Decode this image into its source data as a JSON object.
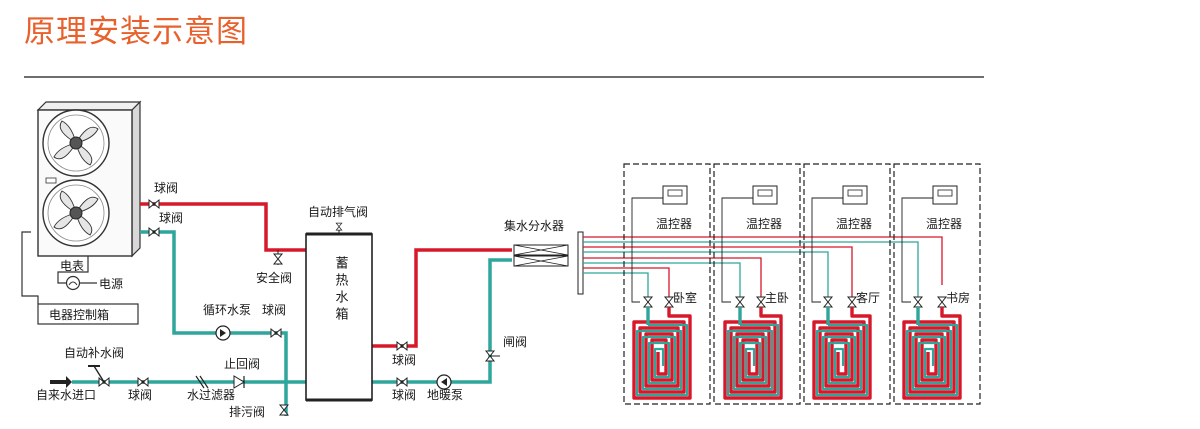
{
  "title": "原理安装示意图",
  "labels": {
    "ball_valve_top": "球阀",
    "ball_valve_2": "球阀",
    "auto_vent_valve": "自动排气阀",
    "safety_valve": "安全阀",
    "electric_meter": "电表",
    "power_supply": "电源",
    "control_box": "电器控制箱",
    "circulation_pump": "循环水泵",
    "ball_valve_3": "球阀",
    "auto_refill_valve": "自动补水阀",
    "check_valve": "止回阀",
    "tap_water_inlet": "自来水进口",
    "ball_valve_4": "球阀",
    "water_filter": "水过滤器",
    "drain_valve": "排污阀",
    "storage_tank": "蓄热水箱",
    "ball_valve_5": "球阀",
    "ball_valve_6": "球阀",
    "floor_heating_pump": "地暖泵",
    "gate_valve": "闸阀",
    "manifold": "集水分水器"
  },
  "rooms": [
    {
      "name": "卧室",
      "thermostat": "温控器"
    },
    {
      "name": "主卧",
      "thermostat": "温控器"
    },
    {
      "name": "客厅",
      "thermostat": "温控器"
    },
    {
      "name": "书房",
      "thermostat": "温控器"
    }
  ],
  "colors": {
    "title": "#e8612c",
    "hot_pipe": "#d7182a",
    "cold_pipe": "#2ea69c",
    "wire": "#333333"
  }
}
